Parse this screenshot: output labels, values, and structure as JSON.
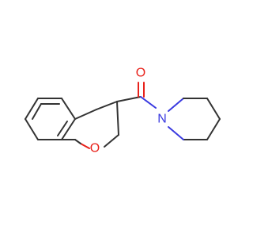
{
  "molecule": {
    "atoms": {
      "carbonyl_oxygen": {
        "label": "O",
        "color": "#e8211a"
      },
      "ring_oxygen": {
        "label": "O",
        "color": "#e8211a"
      },
      "nitrogen": {
        "label": "N",
        "color": "#3a3ae0"
      }
    },
    "bond_color": "#333333"
  }
}
